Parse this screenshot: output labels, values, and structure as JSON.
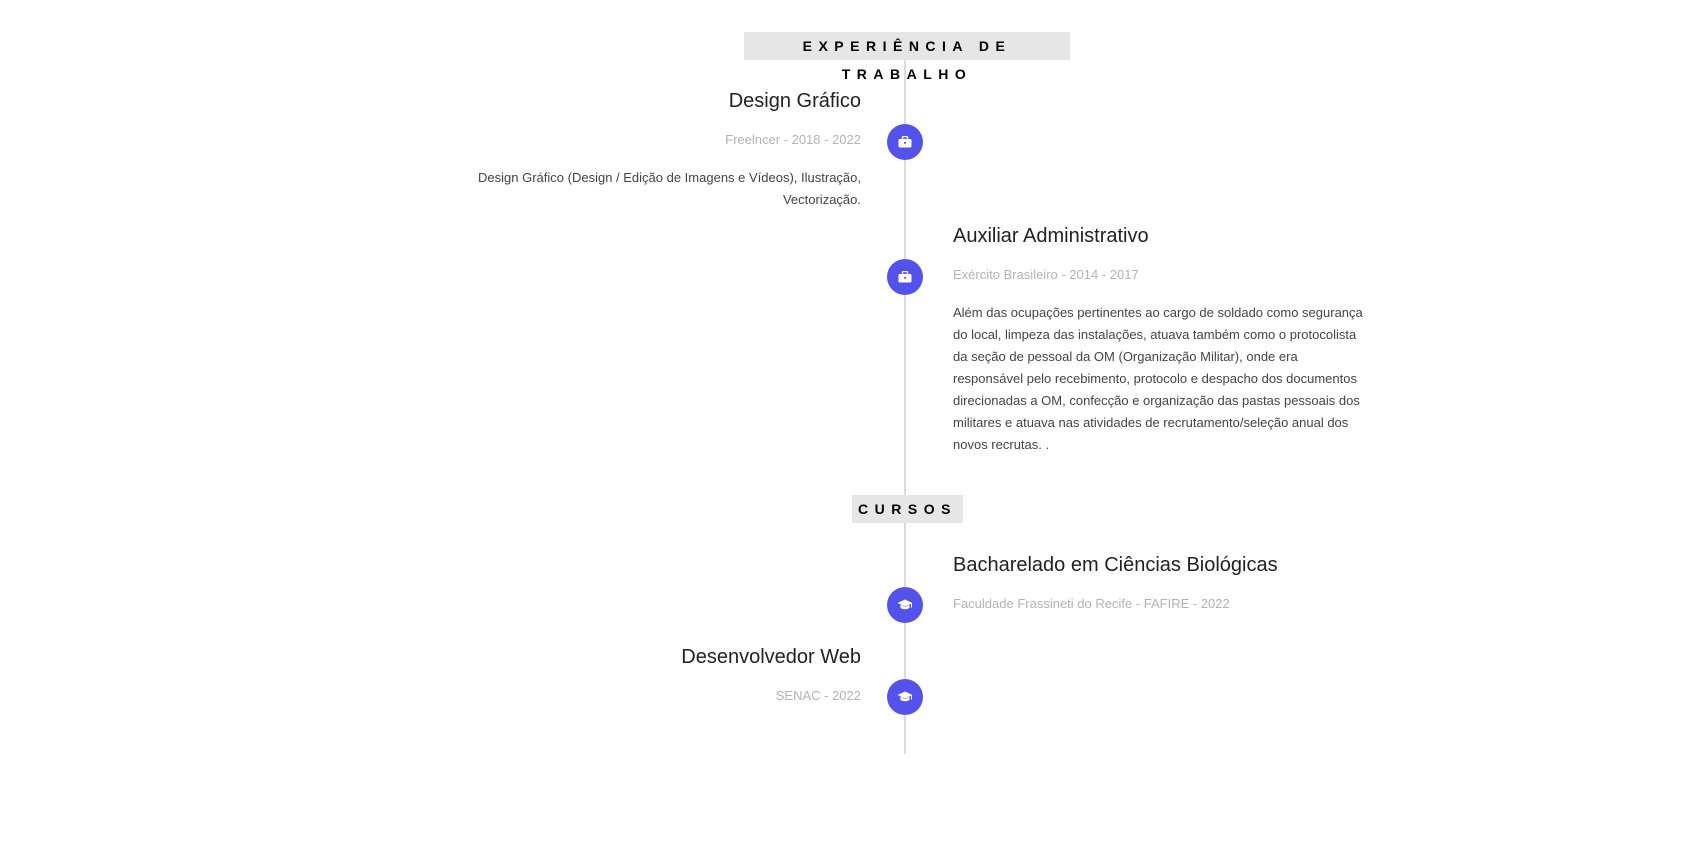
{
  "sections": {
    "experience": {
      "header": "EXPERIÊNCIA DE TRABALHO",
      "items": [
        {
          "title": "Design Gráfico",
          "subtitle": "Freelncer - 2018 - 2022",
          "description": "Design Gráfico (Design / Edição de Imagens e Vídeos), Ilustração, Vectorização.",
          "icon": "briefcase-icon"
        },
        {
          "title": "Auxiliar Administrativo",
          "subtitle": "Exército Brasileiro - 2014 - 2017",
          "description": "Além das ocupações pertinentes ao cargo de soldado como segurança do local, limpeza das instalações, atuava também como o protocolista da seção de pessoal da OM (Organização Militar), onde era responsável pelo recebimento, protocolo e despacho dos documentos direcionadas a OM, confecção e organização das pastas pessoais dos militares e atuava nas atividades de recrutamento/seleção anual dos novos recrutas. .",
          "icon": "briefcase-icon"
        }
      ]
    },
    "courses": {
      "header": "CURSOS",
      "items": [
        {
          "title": "Bacharelado em Ciências Biológicas",
          "subtitle": "Faculdade Frassineti do Recife - FAFIRE - 2022",
          "icon": "graduation-cap-icon"
        },
        {
          "title": "Desenvolvedor Web",
          "subtitle": "SENAC - 2022",
          "icon": "graduation-cap-icon"
        }
      ]
    }
  },
  "colors": {
    "accent": "#5353ec",
    "header_bg": "#e6e6e6",
    "line": "#dcdcdc",
    "muted_text": "#b3b3b3"
  }
}
